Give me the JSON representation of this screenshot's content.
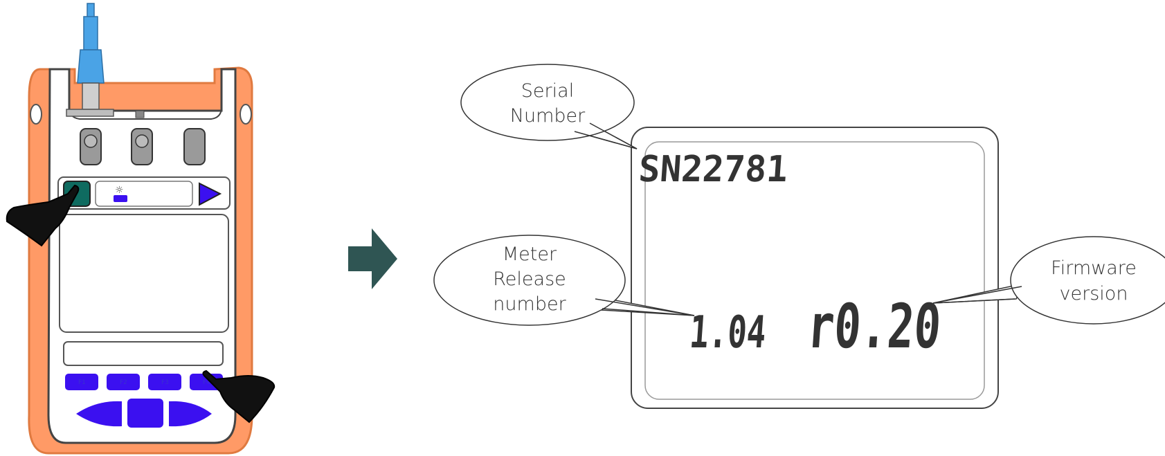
{
  "callouts": {
    "serial": {
      "line1": "Serial",
      "line2": "Number"
    },
    "release": {
      "line1": "Meter",
      "line2": "Release",
      "line3": "number"
    },
    "firmware": {
      "line1": "Firmware",
      "line2": "version"
    }
  },
  "lcd": {
    "serial_number": "SN22781",
    "release_number": "1.04",
    "firmware_version": "r0.20"
  },
  "device": {
    "fkeys": [
      "F1",
      "F2",
      "F3",
      "F4"
    ]
  },
  "colors": {
    "housing": "#ff9a66",
    "button": "#3b10f0",
    "power_button": "#0f6b60",
    "arrow": "#2f5553",
    "connector": "#4aa3e6"
  }
}
